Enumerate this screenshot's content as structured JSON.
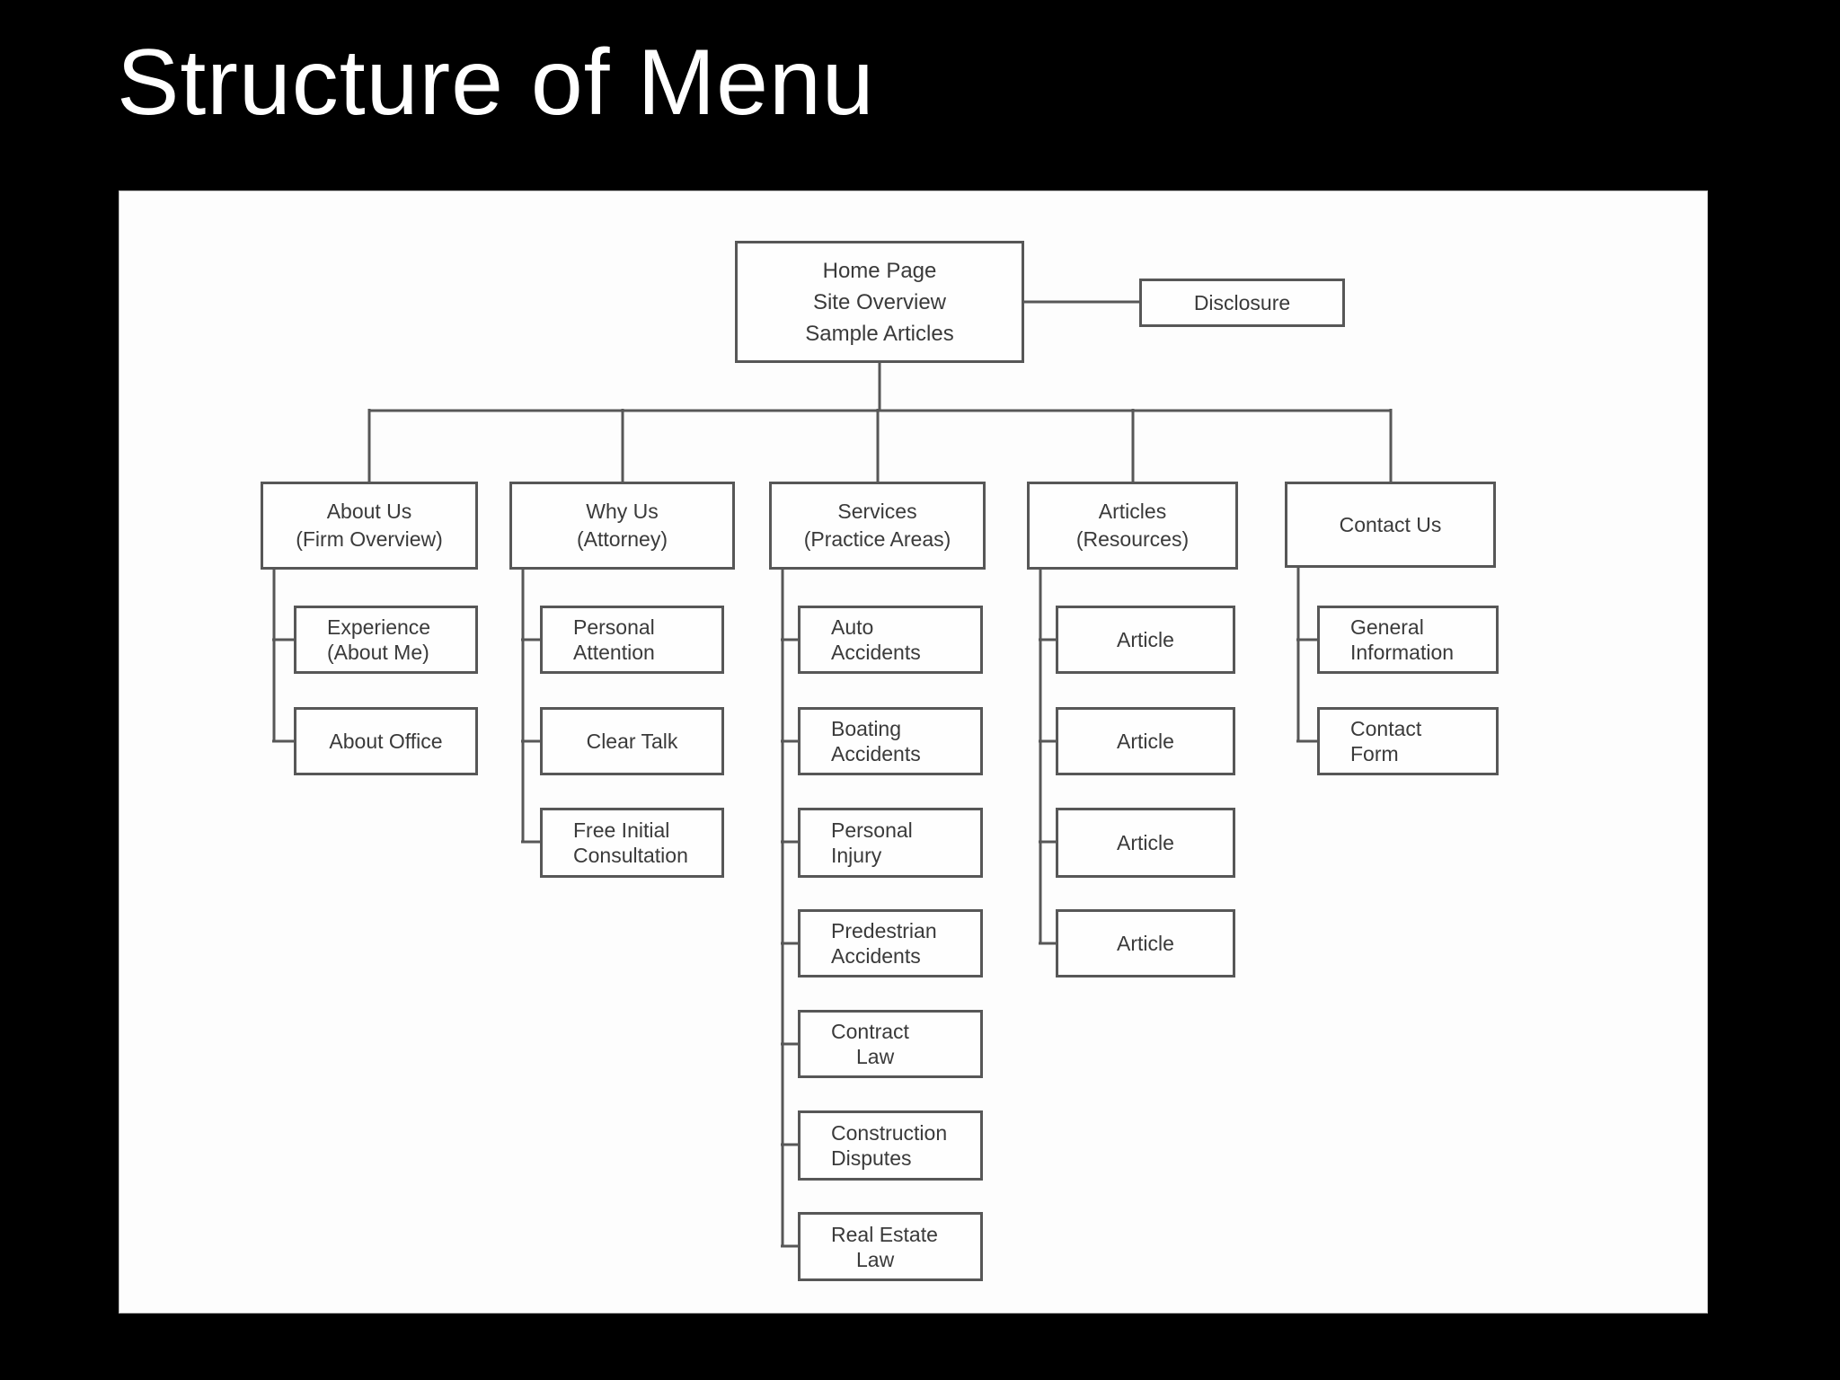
{
  "slide": {
    "title": "Structure of Menu"
  },
  "colors": {
    "background": "#000000",
    "panel": "#fdfdfd",
    "box_border": "#575757",
    "connector": "#575757",
    "box_text": "#3a3a3a",
    "title_text": "#ffffff"
  },
  "diagram": {
    "root": {
      "lines": [
        "Home Page",
        "Site Overview",
        "Sample Articles"
      ]
    },
    "disclosure": {
      "label": "Disclosure"
    },
    "columns": [
      {
        "header": {
          "lines": [
            "About Us",
            "(Firm Overview)"
          ]
        },
        "children": [
          {
            "lines": [
              "Experience",
              "(About Me)"
            ]
          },
          {
            "lines": [
              "About Office"
            ]
          }
        ]
      },
      {
        "header": {
          "lines": [
            "Why Us",
            "(Attorney)"
          ]
        },
        "children": [
          {
            "lines": [
              "Personal",
              "Attention"
            ]
          },
          {
            "lines": [
              "Clear Talk"
            ]
          },
          {
            "lines": [
              "Free Initial",
              "Consultation"
            ]
          }
        ]
      },
      {
        "header": {
          "lines": [
            "Services",
            "(Practice Areas)"
          ]
        },
        "children": [
          {
            "lines": [
              "Auto",
              "Accidents"
            ]
          },
          {
            "lines": [
              "Boating",
              "Accidents"
            ]
          },
          {
            "lines": [
              "Personal",
              "Injury"
            ]
          },
          {
            "lines": [
              "Predestrian",
              "Accidents"
            ]
          },
          {
            "lines": [
              "Contract",
              "Law"
            ]
          },
          {
            "lines": [
              "Construction",
              "Disputes"
            ]
          },
          {
            "lines": [
              "Real Estate",
              "Law"
            ]
          }
        ]
      },
      {
        "header": {
          "lines": [
            "Articles",
            "(Resources)"
          ]
        },
        "children": [
          {
            "lines": [
              "Article"
            ]
          },
          {
            "lines": [
              "Article"
            ]
          },
          {
            "lines": [
              "Article"
            ]
          },
          {
            "lines": [
              "Article"
            ]
          }
        ]
      },
      {
        "header": {
          "lines": [
            "Contact Us"
          ]
        },
        "children": [
          {
            "lines": [
              "General",
              "Information"
            ]
          },
          {
            "lines": [
              "Contact",
              "Form"
            ]
          }
        ]
      }
    ]
  }
}
